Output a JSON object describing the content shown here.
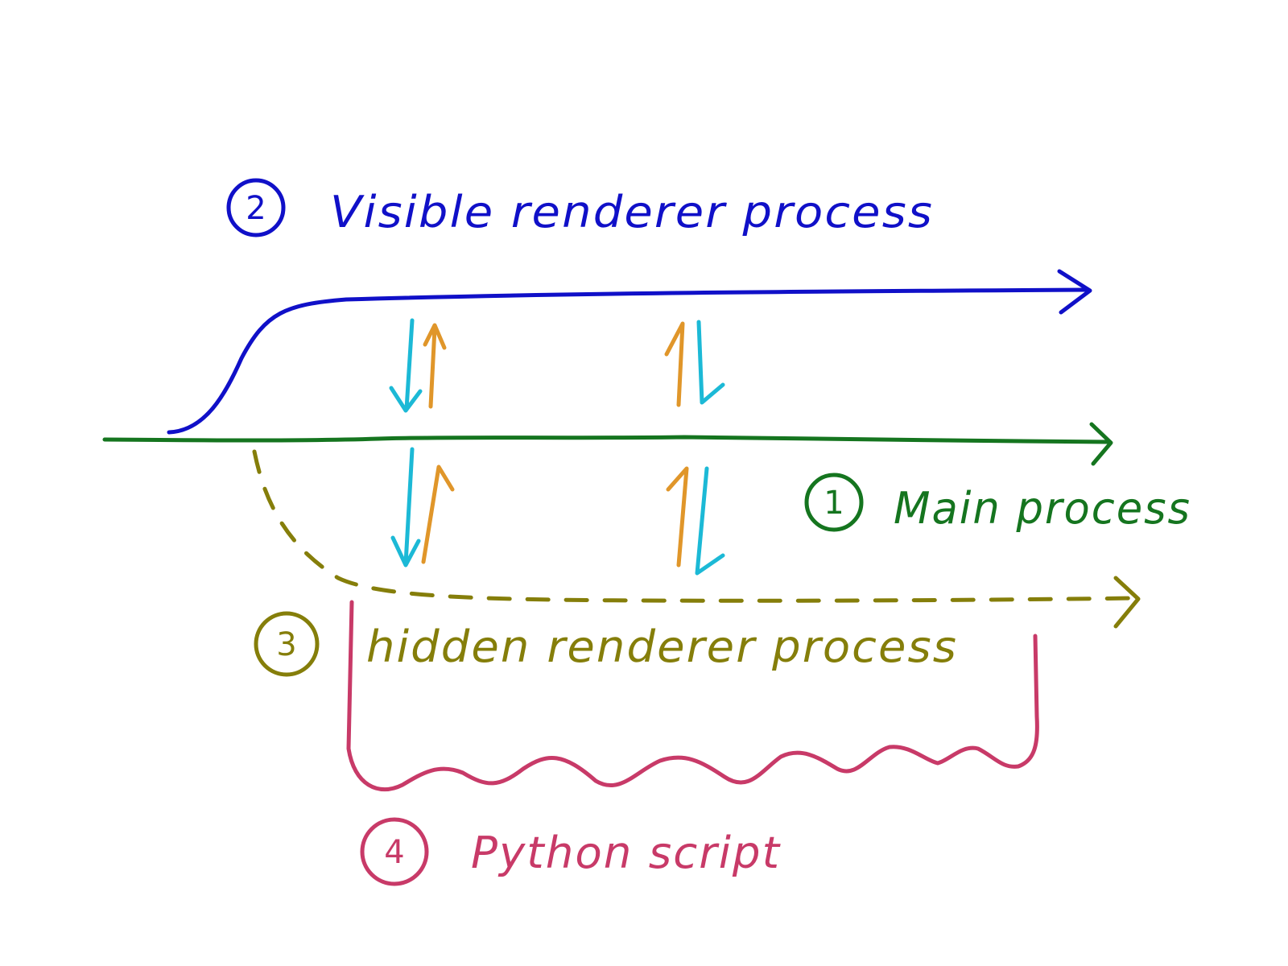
{
  "colors": {
    "main": "#15751f",
    "visible": "#1010c8",
    "hidden": "#857e0a",
    "python": "#c83a68",
    "message_down": "#1cb9d6",
    "message_up": "#e0962a"
  },
  "processes": {
    "main": {
      "number": "1",
      "label": "Main process"
    },
    "visible": {
      "number": "2",
      "label": "Visible renderer process"
    },
    "hidden": {
      "number": "3",
      "label": "hidden renderer process"
    },
    "python": {
      "number": "4",
      "label": "Python script"
    }
  }
}
